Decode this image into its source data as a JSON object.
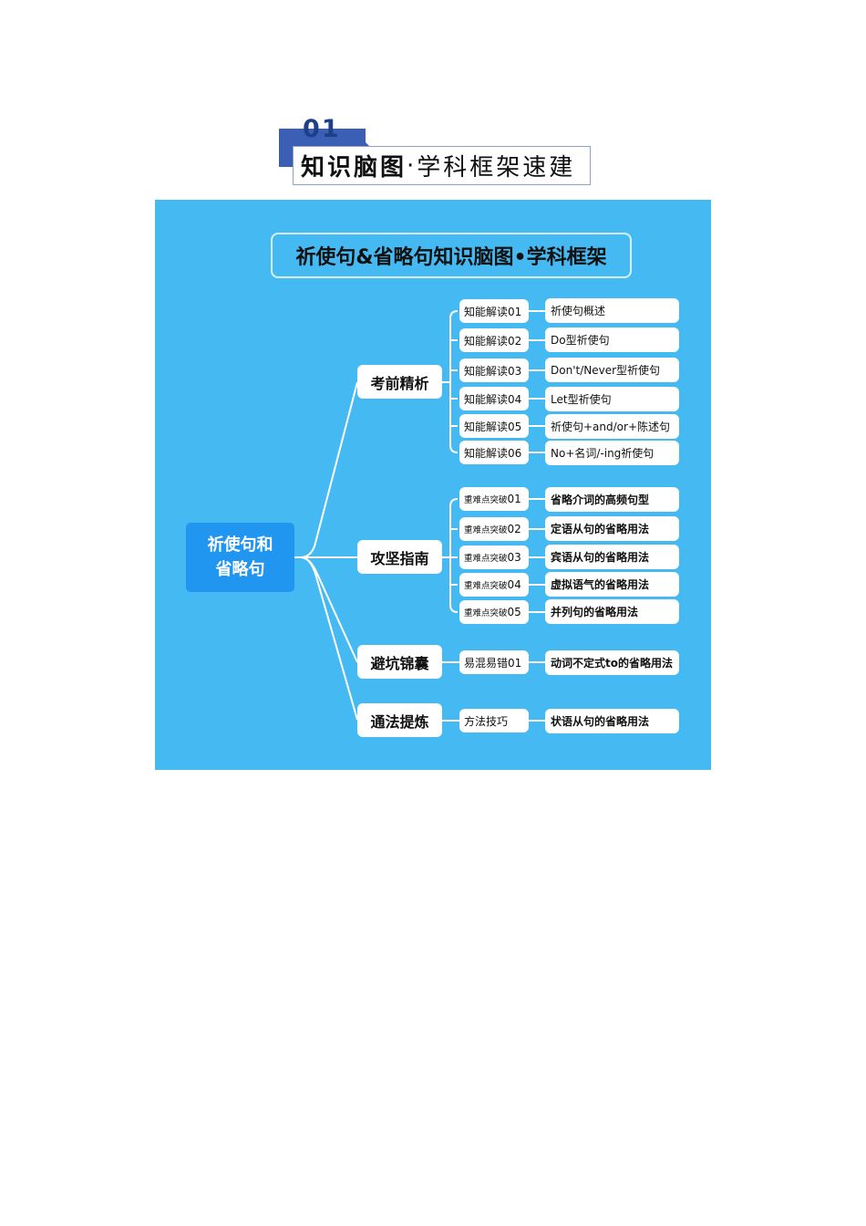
{
  "section_header": {
    "number": "01",
    "title_bold": "知识脑图",
    "title_sep": "·",
    "title_rest": "学科框架速建"
  },
  "mindmap": {
    "title": "祈使句&省略句知识脑图•学科框架",
    "root": {
      "line1": "祈使句和",
      "line2": "省略句"
    },
    "branches": [
      {
        "label": "考前精析",
        "children": [
          {
            "label": "知能解读01",
            "leaf": "祈使句概述"
          },
          {
            "label": "知能解读02",
            "leaf": "Do型祈使句"
          },
          {
            "label": "知能解读03",
            "leaf": "Don't/Never型祈使句"
          },
          {
            "label": "知能解读04",
            "leaf": "Let型祈使句"
          },
          {
            "label": "知能解读05",
            "leaf": "祈使句+and/or+陈述句"
          },
          {
            "label": "知能解读06",
            "leaf": "No+名词/-ing祈使句"
          }
        ]
      },
      {
        "label": "攻坚指南",
        "children": [
          {
            "label_prefix": "重难点突破",
            "label_num": "01",
            "leaf": "省略介词的高频句型"
          },
          {
            "label_prefix": "重难点突破",
            "label_num": "02",
            "leaf": "定语从句的省略用法"
          },
          {
            "label_prefix": "重难点突破",
            "label_num": "03",
            "leaf": "宾语从句的省略用法"
          },
          {
            "label_prefix": "重难点突破",
            "label_num": "04",
            "leaf": "虚拟语气的省略用法"
          },
          {
            "label_prefix": "重难点突破",
            "label_num": "05",
            "leaf": "并列句的省略用法"
          }
        ]
      },
      {
        "label": "避坑锦囊",
        "children": [
          {
            "label": "易混易错01",
            "leaf": "动词不定式to的省略用法"
          }
        ]
      },
      {
        "label": "通法提炼",
        "children": [
          {
            "label": "方法技巧",
            "leaf": "状语从句的省略用法"
          }
        ]
      }
    ]
  },
  "colors": {
    "canvas_bg": "#45baf2",
    "root_bg": "#2196f0",
    "header_accent": "#3a5fb5",
    "header_number": "#1f3f86",
    "connector": "#ffffff"
  }
}
